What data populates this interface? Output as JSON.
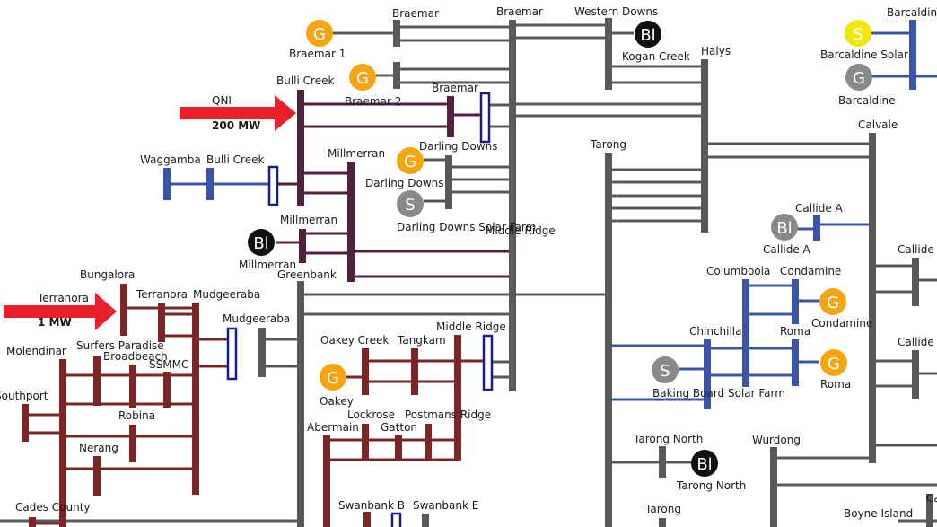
{
  "colors": {
    "gray_bus": "#595959",
    "maroon_bus": "#7a2626",
    "purple_bus": "#51213f",
    "blue_bus": "#3c54a8",
    "dark_blue_outline": "#1b1b86",
    "gen_orange": "#f4a511",
    "gen_gray": "#8a8a8a",
    "gen_black": "#101010",
    "gen_yellow": "#f2e60a",
    "flow_arrow": "#e8202b"
  },
  "flows": {
    "qni": {
      "label": "QNI",
      "value": "200 MW"
    },
    "terranora": {
      "label": "Terranora",
      "value": "1 MW"
    }
  },
  "generators": {
    "braemar1": {
      "symbol": "G",
      "label": "Braemar 1"
    },
    "braemar2": {
      "symbol": "G",
      "label": "Braemar 2"
    },
    "darling_downs": {
      "symbol": "G",
      "label": "Darling Downs"
    },
    "darling_downs_solar": {
      "symbol": "S",
      "label": "Darling Downs Solar Farm"
    },
    "millmerran": {
      "symbol": "Bl",
      "label": "Millmerran"
    },
    "kogan_creek": {
      "symbol": "Bl",
      "label": "Kogan Creek"
    },
    "barcaldine_solar": {
      "symbol": "S",
      "label": "Barcaldine Solar"
    },
    "barcaldine": {
      "symbol": "G",
      "label": "Barcaldine"
    },
    "callide_a": {
      "symbol": "Bl",
      "label": "Callide A"
    },
    "condamine": {
      "symbol": "G",
      "label": "Condamine"
    },
    "roma": {
      "symbol": "G",
      "label": "Roma"
    },
    "baking_board": {
      "symbol": "S",
      "label": "Baking Board Solar Farm"
    },
    "oakey": {
      "symbol": "G",
      "label": "Oakey"
    },
    "tarong_north": {
      "symbol": "Bl",
      "label": "Tarong North"
    }
  },
  "substations": {
    "braemar_top": "Braemar",
    "braemar_main": "Braemar",
    "braemar_mid": "Braemar",
    "western_downs": "Western Downs",
    "halys": "Halys",
    "barcaldine_bus": "Barcaldine",
    "bulli_creek": "Bulli Creek",
    "waggamba": "Waggamba",
    "bulli_creek_left": "Bulli Creek",
    "millmerran_bus": "Millmerran",
    "millmerran_sw": "Millmerran",
    "darling_downs_bus": "Darling Downs",
    "greenbank": "Greenbank",
    "middle_ridge_top": "Middle Ridge",
    "tarong": "Tarong",
    "calvale": "Calvale",
    "callide_a_bus": "Callide A",
    "callide_b": "Callide B",
    "callide_c": "Callide C",
    "columboola": "Columboola",
    "condamine_bus": "Condamine",
    "chinchilla": "Chinchilla",
    "roma_bus": "Roma",
    "bungalora": "Bungalora",
    "terranora_bus": "Terranora",
    "mudgeeraba": "Mudgeeraba",
    "mudgeeraba2": "Mudgeeraba",
    "molendinar": "Molendinar",
    "surfers_paradise": "Surfers Paradise",
    "broadbeach": "Broadbeach",
    "ssmmc": "SSMMC",
    "southport": "Southport",
    "robina": "Robina",
    "nerang": "Nerang",
    "cades_county": "Cades County",
    "oakey_creek": "Oakey Creek",
    "tangkam": "Tangkam",
    "middle_ridge_low": "Middle Ridge",
    "lockrose": "Lockrose",
    "gatton": "Gatton",
    "postmans_ridge": "Postmans Ridge",
    "abermain": "Abermain",
    "swanbank_b": "Swanbank B",
    "swanbank_e": "Swanbank E",
    "tarong_north_bus": "Tarong North",
    "tarong_bottom": "Tarong",
    "wurdong": "Wurdong",
    "boyne_island": "Boyne Island",
    "callemondah": "Ca"
  }
}
